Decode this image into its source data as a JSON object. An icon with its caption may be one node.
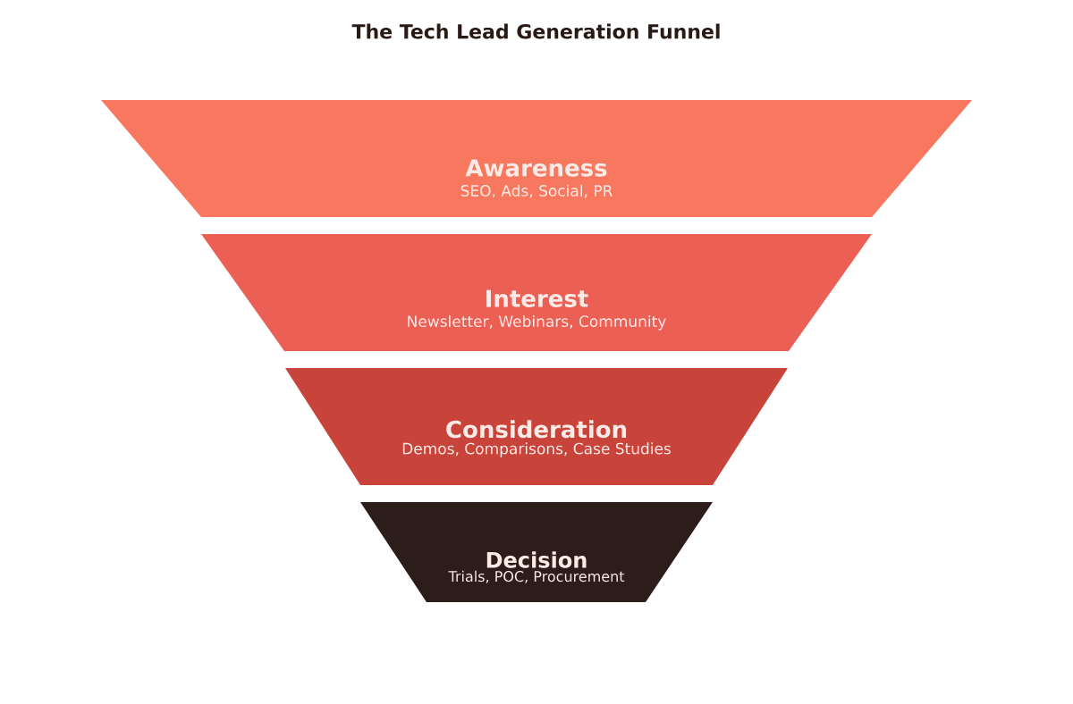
{
  "diagram": {
    "title": "The Tech Lead Generation Funnel",
    "nodes": [
      {
        "text": [
          "Awareness",
          "SEO, Ads, Social, PR"
        ]
      },
      {
        "text": [
          "Interest",
          "Newsletter, Webinars, Community"
        ]
      },
      {
        "text": [
          "Consideration",
          "Demos, Comparisons, Case Studies"
        ]
      },
      {
        "text": [
          "Decision",
          "Trials, POC, Procurement"
        ]
      }
    ]
  }
}
